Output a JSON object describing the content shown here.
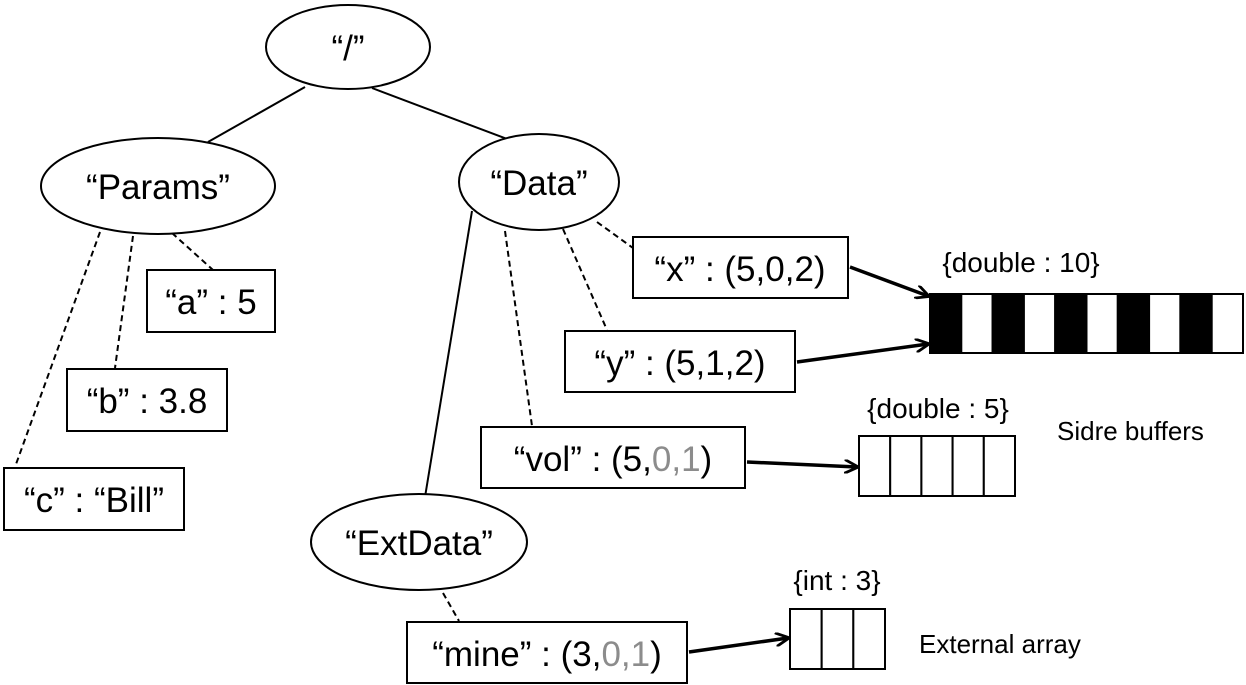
{
  "nodes": {
    "root": "“/”",
    "params": "“Params”",
    "data": "“Data”",
    "extdata": "“ExtData”"
  },
  "views": {
    "a": "“a” : 5",
    "b": "“b” : 3.8",
    "c": "“c” : “Bill”",
    "x": "“x” : (5,0,2)",
    "y": "“y” : (5,1,2)",
    "vol": {
      "prefix": "“vol” : (5,",
      "zero": "0",
      "comma": ",",
      "one": "1",
      "suffix": ")"
    },
    "mine": {
      "prefix": "“mine” : (3,",
      "zero": "0",
      "comma": ",",
      "one": "1",
      "suffix": ")"
    }
  },
  "buffers": {
    "double10": {
      "label": "{double : 10}",
      "cells": 10
    },
    "double5": {
      "label": "{double : 5}",
      "cells": 5
    },
    "int3": {
      "label": "{int : 3}",
      "cells": 3
    }
  },
  "notes": {
    "sidre_buffers": "Sidre buffers",
    "external_array": "External array"
  },
  "colors": {
    "stroke": "#000000",
    "muted": "#8c8c8c",
    "fill": "#ffffff"
  }
}
